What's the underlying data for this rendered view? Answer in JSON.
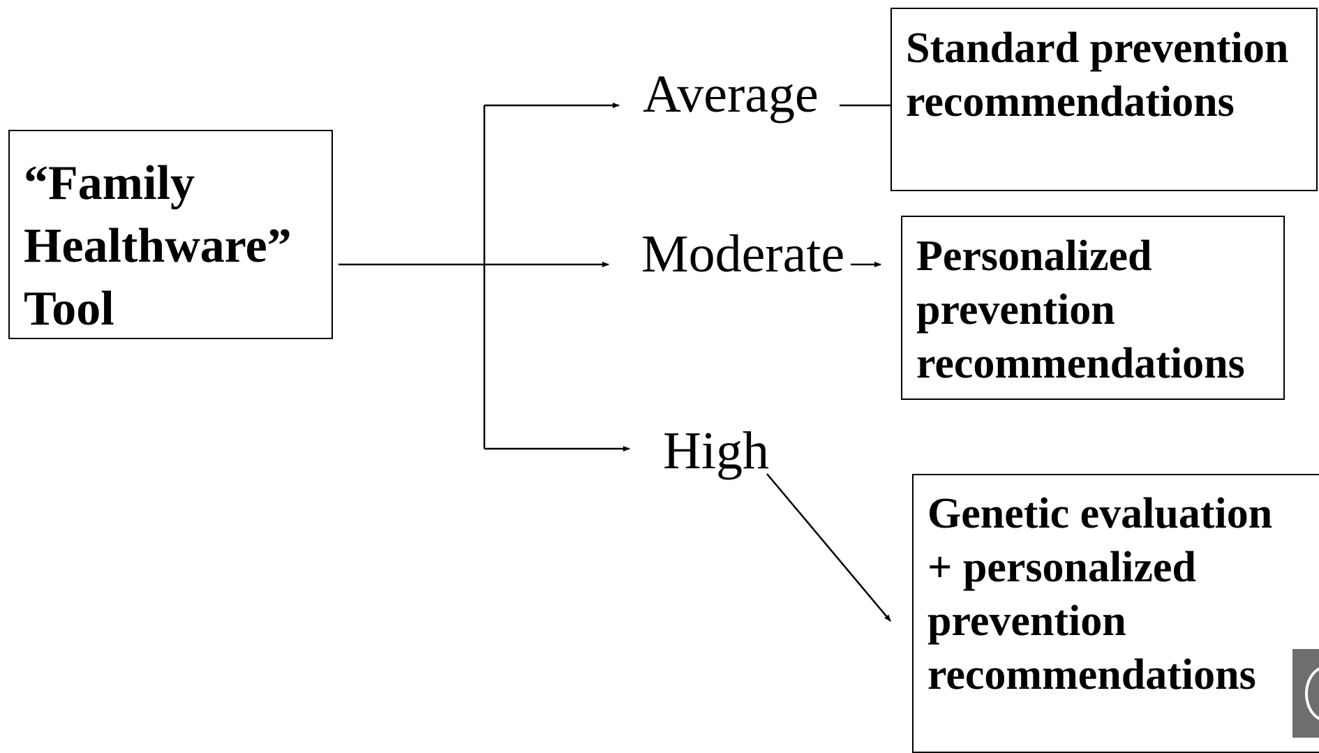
{
  "source": {
    "lines": [
      "“Family",
      "Healthware”",
      "Tool"
    ]
  },
  "risk_levels": {
    "average": "Average",
    "moderate": "Moderate",
    "high": "High"
  },
  "outcomes": {
    "standard": [
      "Standard prevention",
      "recommendations"
    ],
    "personalized": [
      "Personalized",
      "prevention",
      "recommendations"
    ],
    "genetic": [
      "Genetic evaluation",
      "+ personalized",
      "prevention",
      "recommendations"
    ]
  },
  "colors": {
    "ink": "#000000",
    "background": "#ffffff",
    "logo": "#6e6e6e"
  }
}
